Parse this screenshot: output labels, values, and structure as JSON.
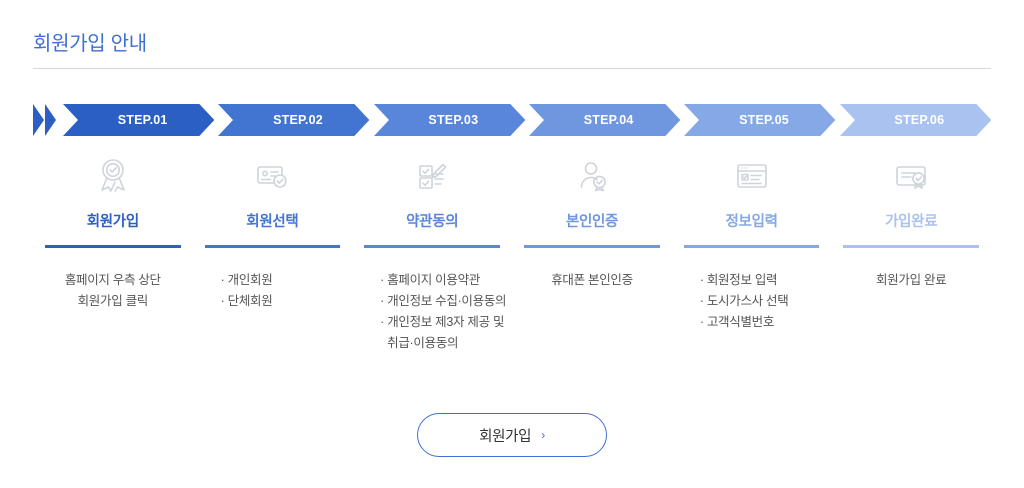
{
  "header": {
    "title": "회원가입 안내"
  },
  "colors": {
    "title": "#3f6fd1",
    "rule": "#d8d8d8",
    "step1": "#2c5fc3",
    "step2": "#4274d2",
    "step3": "#5986da",
    "step4": "#6f97e0",
    "step5": "#85a9e7",
    "step6": "#a9c2ef",
    "desc_text": "#555555",
    "button_border": "#3f6fd1",
    "icon_stroke": "#cfd3da"
  },
  "steps": [
    {
      "badge": "STEP.01",
      "name": "회원가입",
      "icon": "award-ribbon-check-icon",
      "color": "#2c5fc3",
      "desc_style": "centered",
      "desc": [
        {
          "text": "홈페이지 우측 상단",
          "bullet": false,
          "indent": false
        },
        {
          "text": "회원가입 클릭",
          "bullet": false,
          "indent": false
        }
      ]
    },
    {
      "badge": "STEP.02",
      "name": "회원선택",
      "icon": "id-card-check-icon",
      "color": "#4274d2",
      "desc_style": "bulleted",
      "desc": [
        {
          "text": "· 개인회원",
          "bullet": true,
          "indent": false
        },
        {
          "text": "· 단체회원",
          "bullet": true,
          "indent": false
        }
      ]
    },
    {
      "badge": "STEP.03",
      "name": "약관동의",
      "icon": "checklist-pen-icon",
      "color": "#5986da",
      "desc_style": "bulleted",
      "desc": [
        {
          "text": "· 홈페이지 이용약관",
          "bullet": true,
          "indent": false
        },
        {
          "text": "· 개인정보 수집·이용동의",
          "bullet": true,
          "indent": false
        },
        {
          "text": "· 개인정보 제3자 제공 및",
          "bullet": true,
          "indent": false
        },
        {
          "text": "취급·이용동의",
          "bullet": false,
          "indent": true
        }
      ]
    },
    {
      "badge": "STEP.04",
      "name": "본인인증",
      "icon": "user-verified-icon",
      "color": "#6f97e0",
      "desc_style": "centered",
      "desc": [
        {
          "text": "휴대폰 본인인증",
          "bullet": false,
          "indent": false
        }
      ]
    },
    {
      "badge": "STEP.05",
      "name": "정보입력",
      "icon": "form-window-icon",
      "color": "#85a9e7",
      "desc_style": "bulleted",
      "desc": [
        {
          "text": "· 회원정보 입력",
          "bullet": true,
          "indent": false
        },
        {
          "text": "· 도시가스사 선택",
          "bullet": true,
          "indent": false
        },
        {
          "text": "· 고객식별번호",
          "bullet": true,
          "indent": false
        }
      ]
    },
    {
      "badge": "STEP.06",
      "name": "가입완료",
      "icon": "certificate-seal-icon",
      "color": "#a9c2ef",
      "desc_style": "centered",
      "desc": [
        {
          "text": "회원가입 완료",
          "bullet": false,
          "indent": false
        }
      ]
    }
  ],
  "cta": {
    "label": "회원가입",
    "chevron": "›"
  }
}
